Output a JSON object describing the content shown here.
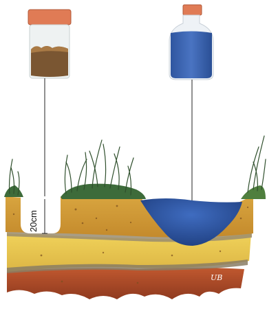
{
  "diagram": {
    "depth_label": "20cm",
    "signature": "UB",
    "items": {
      "soil_jar": "soil-sample-jar",
      "water_bottle": "water-sample-bottle"
    },
    "colors": {
      "background": "#ffffff",
      "jar_lid": "#e07b55",
      "soil_sample": "#7a5632",
      "water": "#2f5fa8",
      "grass": "#3d6b3a",
      "topsoil": "#c9962f",
      "yellow_layer": "#e8c54b",
      "clay_layer": "#b24a2a"
    }
  }
}
